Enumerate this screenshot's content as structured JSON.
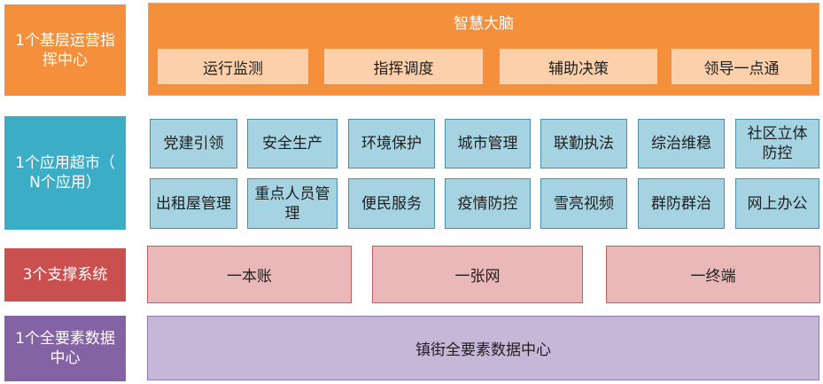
{
  "left_labels": {
    "layer1": "1个基层运营指挥中心",
    "layer2": "1个应用超市（ N个应用）",
    "layer3": "3个支撑系统",
    "layer4": "1个全要素数据中心"
  },
  "brain": {
    "title": "智慧大脑",
    "buttons": [
      "运行监测",
      "指挥调度",
      "辅助决策",
      "领导一点通"
    ]
  },
  "apps": {
    "row1": [
      "党建引领",
      "安全生产",
      "环境保护",
      "城市管理",
      "联勤执法",
      "综治维稳",
      "社区立体防控"
    ],
    "row2": [
      "出租屋管理",
      "重点人员管理",
      "便民服务",
      "疫情防控",
      "雪亮视频",
      "群防群治",
      "网上办公"
    ]
  },
  "support": [
    "一本账",
    "一张网",
    "一终端"
  ],
  "data_center": "镇街全要素数据中心",
  "colors": {
    "orange": "#f4903b",
    "teal": "#3cadc7",
    "red": "#c9504f",
    "purple": "#8363a4"
  }
}
